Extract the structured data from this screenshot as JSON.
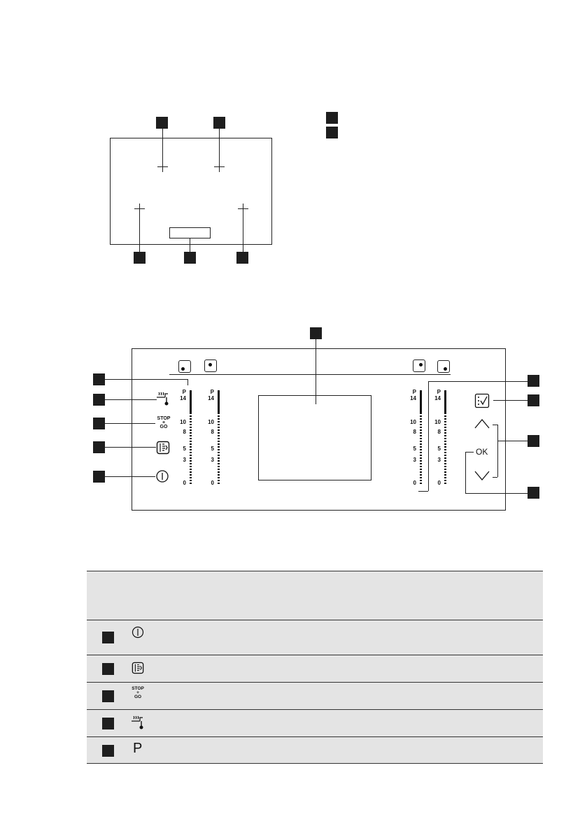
{
  "hob": {
    "zones": [
      "zone-front-left",
      "zone-rear-left",
      "zone-rear-right",
      "zone-front-right"
    ]
  },
  "panel": {
    "scale_labels": [
      "P",
      "14",
      "10",
      "8",
      "5",
      "3",
      "0"
    ],
    "stop_go_top": "STOP",
    "stop_go_plus": "+",
    "stop_go_bottom": "GO",
    "ok_label": "OK"
  },
  "table": {
    "rows": [
      {
        "icon": "power-icon"
      },
      {
        "icon": "booster-icon"
      },
      {
        "icon": "stop-go-icon",
        "text_top": "STOP",
        "text_mid": "+",
        "text_bot": "GO"
      },
      {
        "icon": "keep-warm-icon"
      },
      {
        "icon": "p-letter",
        "text": "P"
      }
    ]
  }
}
